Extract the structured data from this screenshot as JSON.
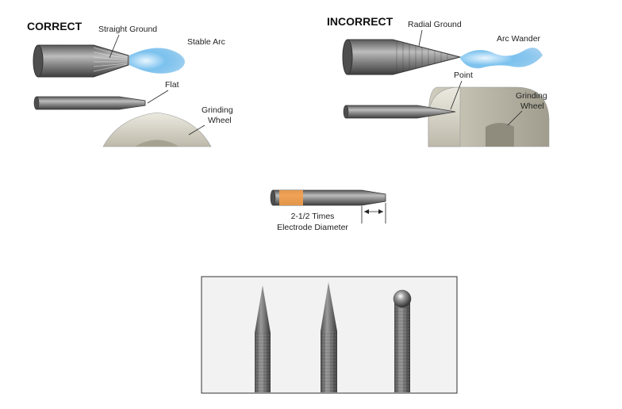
{
  "correct_panel": {
    "heading": "CORRECT",
    "label_straight_ground": "Straight Ground",
    "label_stable_arc": "Stable Arc",
    "label_flat": "Flat",
    "label_grinding_wheel_1": "Grinding",
    "label_grinding_wheel_2": "Wheel"
  },
  "incorrect_panel": {
    "heading": "INCORRECT",
    "label_radial_ground": "Radial Ground",
    "label_arc_wander": "Arc Wander",
    "label_point": "Point",
    "label_grinding_wheel_1": "Grinding",
    "label_grinding_wheel_2": "Wheel"
  },
  "taper_diagram": {
    "caption_line1": "2-1/2 Times",
    "caption_line2": "Electrode Diameter"
  },
  "colors": {
    "arc_blue": "#6fb9ea",
    "electrode_gray": "#8d8d8d",
    "wheel_gray": "#d9d6ca",
    "band_orange": "#f5a04a"
  }
}
